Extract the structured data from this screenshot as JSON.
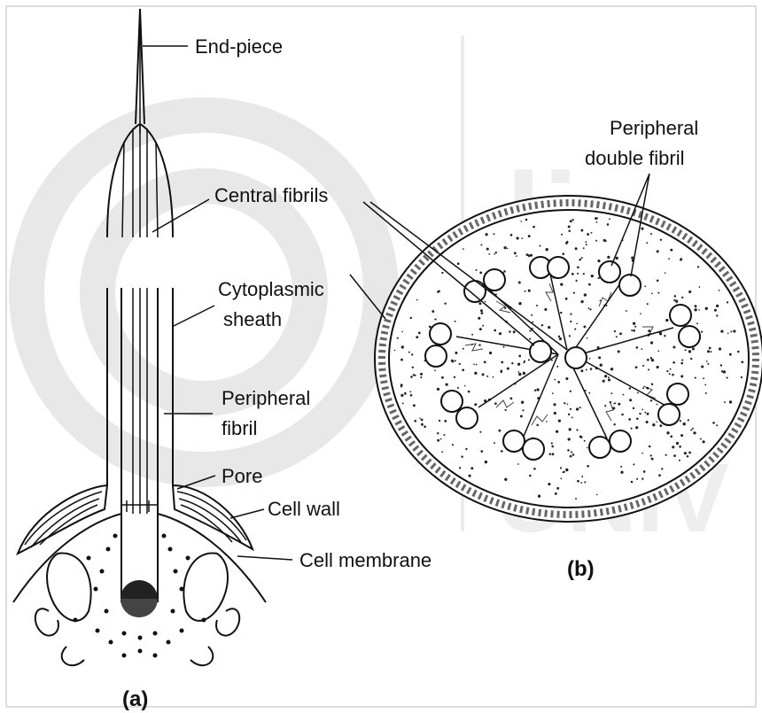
{
  "diagram": {
    "labels": {
      "end_piece": "End-piece",
      "central_fibrils": "Central fibrils",
      "cytoplasmic_1": "Cytoplasmic",
      "cytoplasmic_2": "sheath",
      "peripheral_fibril_1": "Peripheral",
      "peripheral_fibril_2": "fibril",
      "pore": "Pore",
      "cell_wall": "Cell wall",
      "cell_membrane": "Cell membrane",
      "peripheral_double_1": "Peripheral",
      "peripheral_double_2": "double fibril"
    },
    "panels": {
      "a": "(a)",
      "b": "(b)"
    },
    "colors": {
      "ink": "#111111",
      "watermark": "#d9d9d9",
      "background": "#ffffff",
      "basal_body": "#222222"
    }
  }
}
